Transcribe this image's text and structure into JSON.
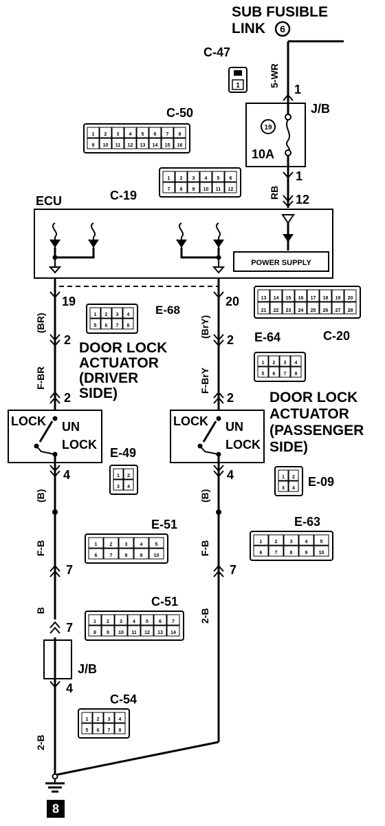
{
  "power": {
    "line1": "SUB FUSIBLE",
    "line2": "LINK",
    "link_no": "6"
  },
  "jb_top": {
    "label": "J/B",
    "fuse_no": "19",
    "rating": "10A",
    "pin_in": "1",
    "pin_out": "1"
  },
  "wires": {
    "w_5wr": "5-WR",
    "w_rb": "RB",
    "w_br": "(BR)",
    "w_fbr": "F-BR",
    "w_bry": "(BrY)",
    "w_fbry": "F-BrY",
    "w_b_left": "(B)",
    "w_fb_left": "F-B",
    "w_b2": "B",
    "w_2b_left": "2-B",
    "w_b_right": "(B)",
    "w_fb_right": "F-B",
    "w_2b_right": "2-B"
  },
  "ecu": {
    "label": "ECU",
    "power_supply": "POWER SUPPLY",
    "pin_top": "12",
    "pin_left": "19",
    "pin_right": "20"
  },
  "actuator_left": {
    "desc1": "DOOR LOCK",
    "desc2": "ACTUATOR",
    "desc3": "(DRIVER",
    "desc4": "SIDE)",
    "lock": "LOCK",
    "un": "UN",
    "lock2": "LOCK",
    "pin_top_a": "2",
    "pin_top_b": "2",
    "pin_bot": "4"
  },
  "actuator_right": {
    "desc1": "DOOR LOCK",
    "desc2": "ACTUATOR",
    "desc3": "(PASSENGER",
    "desc4": "SIDE)",
    "lock": "LOCK",
    "un": "UN",
    "lock2": "LOCK",
    "pin_top_a": "2",
    "pin_top_b": "2",
    "pin_bot": "4"
  },
  "jb_bottom": {
    "label": "J/B",
    "pin_in": "7",
    "pin_out": "4"
  },
  "pins": {
    "left_7a": "7",
    "right_7": "7"
  },
  "ground": {
    "label": "8"
  },
  "connectors": {
    "c47": {
      "id": "C-47",
      "cells": [
        "1"
      ]
    },
    "c50": {
      "id": "C-50",
      "cells": [
        "1",
        "2",
        "3",
        "4",
        "5",
        "6",
        "7",
        "8",
        "9",
        "10",
        "11",
        "12",
        "13",
        "14",
        "15",
        "16"
      ]
    },
    "c19": {
      "id": "C-19",
      "cells": [
        "1",
        "2",
        "3",
        "4",
        "5",
        "6",
        "7",
        "8",
        "9",
        "10",
        "11",
        "12"
      ]
    },
    "e68": {
      "id": "E-68",
      "cells": [
        "1",
        "2",
        "3",
        "4",
        "5",
        "6",
        "7",
        "8"
      ]
    },
    "c20": {
      "id": "C-20",
      "cells": [
        "13",
        "14",
        "15",
        "16",
        "17",
        "18",
        "19",
        "20",
        "21",
        "22",
        "23",
        "24",
        "25",
        "26",
        "27",
        "28"
      ]
    },
    "e64": {
      "id": "E-64",
      "cells": [
        "1",
        "2",
        "3",
        "4",
        "5",
        "6",
        "7",
        "8"
      ]
    },
    "e49": {
      "id": "E-49",
      "cells": [
        "1",
        "2",
        "3",
        "4"
      ]
    },
    "e09": {
      "id": "E-09",
      "cells": [
        "1",
        "2",
        "3",
        "4"
      ]
    },
    "e51": {
      "id": "E-51",
      "cells": [
        "1",
        "2",
        "3",
        "4",
        "5",
        "6",
        "7",
        "8",
        "9",
        "10"
      ]
    },
    "e63": {
      "id": "E-63",
      "cells": [
        "1",
        "2",
        "3",
        "4",
        "5",
        "6",
        "7",
        "8",
        "9",
        "10"
      ]
    },
    "c51": {
      "id": "C-51",
      "cells": [
        "1",
        "2",
        "3",
        "4",
        "5",
        "6",
        "7",
        "8",
        "9",
        "10",
        "11",
        "12",
        "13",
        "14"
      ]
    },
    "c54": {
      "id": "C-54",
      "cells": [
        "1",
        "2",
        "3",
        "4",
        "5",
        "6",
        "7",
        "8"
      ]
    }
  }
}
